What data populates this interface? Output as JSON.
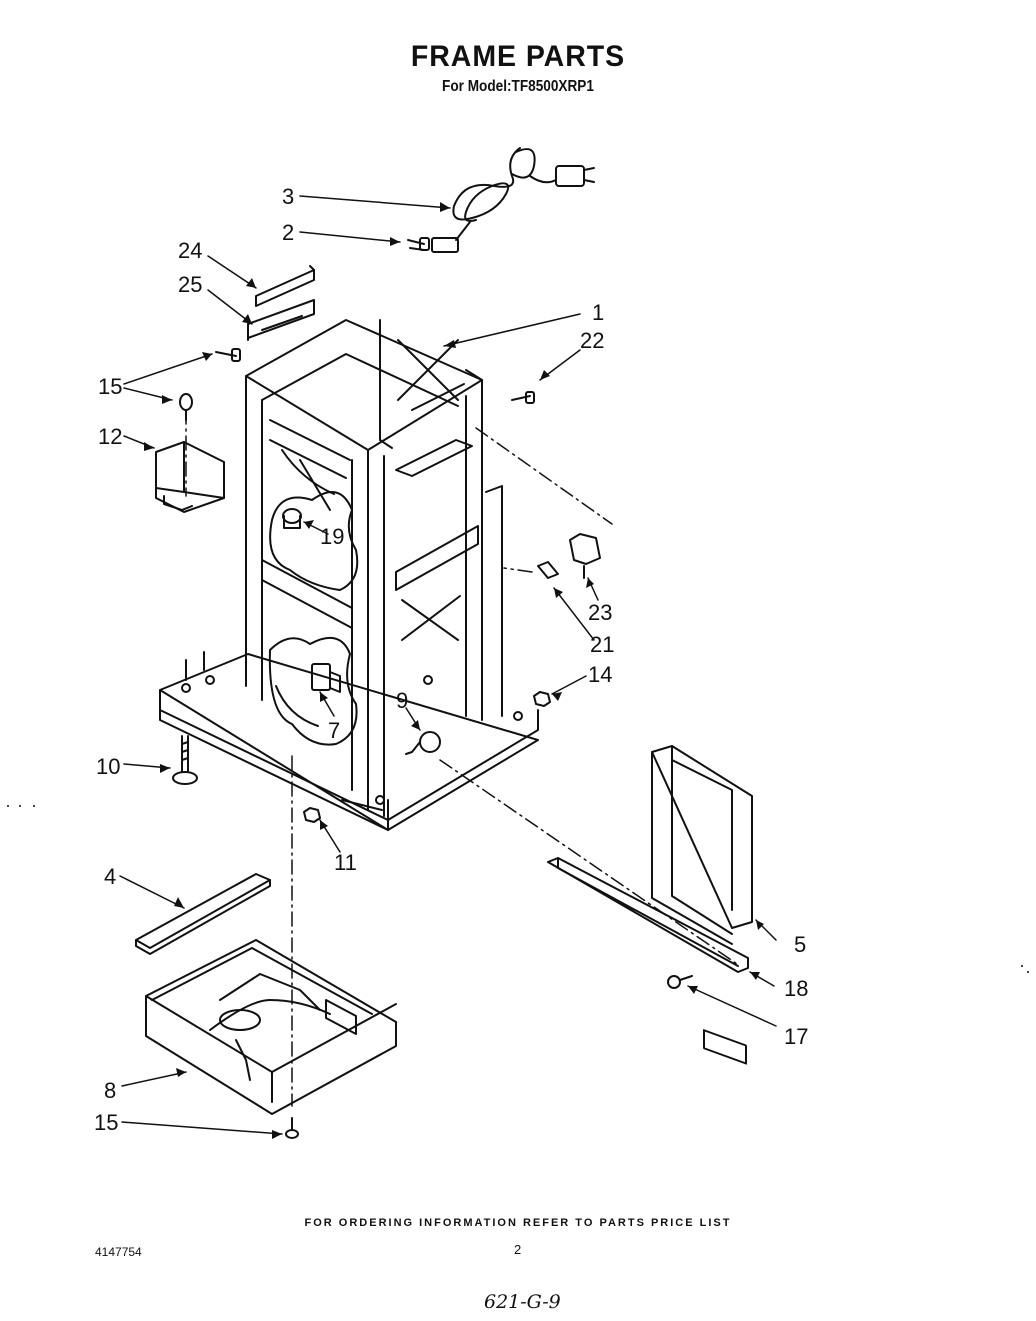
{
  "header": {
    "title": "FRAME PARTS",
    "subtitle": "For Model:TF8500XRP1"
  },
  "callouts": {
    "c1": "1",
    "c2": "2",
    "c3": "3",
    "c4": "4",
    "c5": "5",
    "c7": "7",
    "c8": "8",
    "c9": "9",
    "c10": "10",
    "c11": "11",
    "c12": "12",
    "c14": "14",
    "c15a": "15",
    "c15b": "15",
    "c17": "17",
    "c18": "18",
    "c19": "19",
    "c21": "21",
    "c22": "22",
    "c23": "23",
    "c24": "24",
    "c25": "25"
  },
  "footer": {
    "ordering_note": "FOR ORDERING INFORMATION REFER TO PARTS PRICE LIST",
    "document_number": "4147754",
    "page_number": "2",
    "handwritten_note": "621-G-9"
  }
}
